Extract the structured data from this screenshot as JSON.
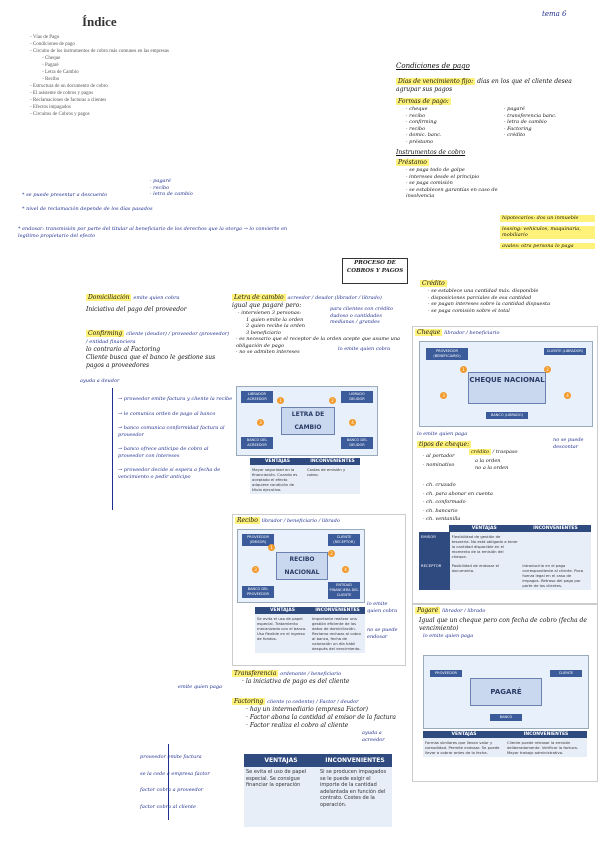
{
  "header": {
    "tag": "tema 6"
  },
  "toc": {
    "title": "Índice",
    "items": [
      {
        "label": "Vías de Pago",
        "level": 0
      },
      {
        "label": "Condiciones de pago",
        "level": 0
      },
      {
        "label": "Circuito de los instrumentos de cobro más comunes en las empresas",
        "level": 0
      },
      {
        "label": "Cheque",
        "level": 1
      },
      {
        "label": "Pagaré",
        "level": 1
      },
      {
        "label": "Letra de Cambio",
        "level": 1
      },
      {
        "label": "Recibo",
        "level": 1
      },
      {
        "label": "Estructura de un documento de cobro",
        "level": 0
      },
      {
        "label": "El asistente de cobros y pagos",
        "level": 0
      },
      {
        "label": "Reclamaciones de facturas a clientes",
        "level": 0
      },
      {
        "label": "Efectos impagados",
        "level": 0
      },
      {
        "label": "Circuitos de Cobros y pagos",
        "level": 0
      }
    ]
  },
  "conditions": {
    "heading": "Condiciones de pago",
    "vencimiento_label": "Días de vencimiento fijo:",
    "vencimiento_text": "días en los que el cliente desea agrupar sus pagos",
    "formas_label": "Formas de pago:",
    "formas_left": [
      "cheque",
      "recibo",
      "confirming",
      "recibo",
      "domic. banc.",
      "préstamo"
    ],
    "formas_right": [
      "pagaré",
      "transferencia banc.",
      "letra de cambio",
      "Factoring",
      "crédito"
    ],
    "instr_heading": "Instrumentos de cobro",
    "prestamo_label": "Préstamo",
    "prestamo_items": [
      "se paga todo de golpe",
      "intereses desde el principio",
      "se paga comisión",
      "se establecen garantías en caso de insolvencia"
    ],
    "hipotecarios": "hipotecarios: dos un inmueble",
    "leasing": "leasing: vehículos, maquinaria, mobiliario",
    "avales": "avales: otra persona lo paga"
  },
  "left_notes": {
    "presentar": "se puede presentar a descuento",
    "presentar_list": [
      "pagaré",
      "recibo",
      "letra de cambio"
    ],
    "reclamacion": "nivel de reclamación depende de los días pasados",
    "endosar_label": "endosar:",
    "endosar_text": "transmisión por parte del titular al beneficiario de los derechos que la otorga → lo convierte en legítimo propietario del efecto"
  },
  "center_title": "PROCESO DE COBROS Y PAGOS",
  "domiciliacion": {
    "label": "Domiciliación",
    "who": "emite quien cobra",
    "text": "Iniciativa del pago del proveedor"
  },
  "confirming": {
    "label": "Confirming",
    "who": "cliente (deudor) / proveedor (proveedor) / entidad financiera",
    "text1": "lo contrario al Factoring",
    "text2": "Cliente busca que el banco le gestione sus pagos a proveedores",
    "ayuda": "ayuda a deudor",
    "steps": [
      "proveedor emite factura y cliente la recibe",
      "le comunica orden de pago al banco",
      "banco comunica conformidad factura al proveedor",
      "banco ofrece anticipo de cobro al proveedor con intereses",
      "proveedor decide si espera a fecha de vencimiento o pedir anticipo"
    ]
  },
  "letra": {
    "label": "Letra de cambio",
    "who": "acreedor / deudor (librador / librado)",
    "side_note": "para clientes con crédito dudoso o cantidades medianas / grandes",
    "intro": "igual que pagaré pero:",
    "personas_label": "intervienen 3 personas:",
    "personas": [
      "quien emite la orden",
      "quien recibe la orden",
      "beneficiario"
    ],
    "emite": "lo emite quien cobra",
    "necesario": "es necesario que el receptor de la orden acepte que asume una obligación de pago",
    "no_intereses": "no se admiten intereses",
    "diagram_center": "LETRA DE CAMBIO",
    "nodes": [
      "LIBRADOR ACREEDOR",
      "LIBRADO DEUDOR",
      "BANCO DEL ACREEDOR",
      "BANCO DEL DEUDOR"
    ],
    "ventajas_head": "VENTAJAS",
    "inconv_head": "INCONVENIENTES",
    "ventajas": "Mayor seguridad en la financiación. Cuando es aceptado el efecto adquiere condición de título ejecutivo.",
    "inconv": "Costes de emisión y cobro."
  },
  "cheque": {
    "label": "Cheque",
    "who": "librador / beneficiario",
    "emite": "lo emite quien paga",
    "no_descontar": "no se puede descontar",
    "diagram_center": "CHEQUE NACIONAL",
    "nodes": [
      "PROVEEDOR (BENEFICIARIO)",
      "CLIENTE (LIBRADOR)",
      "BANCO (LIBRADO)"
    ],
    "tipos_label": "tipos de cheque:",
    "tipos": [
      "al portador",
      "nominativo",
      "ch. cruzado",
      "ch. para abonar en cuenta",
      "ch. conformado",
      "ch. bancario",
      "ch. ventanilla"
    ],
    "traspaso": "traspaso",
    "credito": "crédito",
    "nombre": "a la orden",
    "noorden": "no a la orden",
    "ventajas_head": "VENTAJAS",
    "inconv_head": "INCONVENIENTES",
    "row1_label": "EMISOR",
    "row1_v": "Flexibilidad de gestión de tesorería. No está obligado a tener la cantidad disponible en el momento de la emisión del cheque.",
    "row1_i": "",
    "row2_label": "RECEPTOR",
    "row2_v": "Posibilidad de endosar el documento.",
    "row2_i": "Introducirlo en el pago correspondiente al cliente. Poca fuerza legal en el caso de impagos. Retraso del pago por parte de los clientes."
  },
  "credito": {
    "label": "Crédito",
    "items": [
      "se establece una cantidad máx. disponible",
      "disposiciones parciales de esa cantidad",
      "se pagan intereses sobre la cantidad dispuesta",
      "se paga comisión sobre el total"
    ]
  },
  "recibo": {
    "label": "Recibo",
    "who": "librador / beneficiario / librado",
    "emite": "lo emite quien cobra",
    "no_endosar": "no se puede endosar",
    "diagram_center": "RECIBO NACIONAL",
    "nodes": [
      "PROVEEDOR (EMISOR)",
      "CLIENTE (RECEPTOR)",
      "BANCO DEL PROVEEDOR",
      "ENTIDAD FINANCIERA DEL CLIENTE"
    ],
    "ventajas_head": "VENTAJAS",
    "inconv_head": "INCONVENIENTES",
    "ventajas": "Se evita el uso de papel especial. Tratamiento mecanizado con el banco. Uso flexible en el ingreso de fondos.",
    "inconv": "Importante realizar una gestión eficiente de los datos de domiciliación. Reclamo rechazo al cobro al banco, fecha de valoración un día hábil después del vencimiento."
  },
  "pagare": {
    "label": "Pagaré",
    "who": "librador / librado",
    "text": "Igual que un cheque pero con fecha de cobro (fecha de vencimiento)",
    "emite": "lo emite quien paga",
    "diagram_center": "PAGARÉ",
    "nodes": [
      "PROVEEDOR",
      "CLIENTE",
      "BANCO"
    ],
    "ventajas_head": "VENTAJAS",
    "inconv_head": "INCONVENIENTES",
    "ventajas": "Formas similares que llevan valor y comodidad. Permite endosar. Se puede llevar a cobrar antes de la fecha.",
    "inconv": "Cliente puede retrasar la emisión deliberadamente. Verificar la factura. Mayor trabajo administrativo."
  },
  "transferencia": {
    "label": "Transferencia",
    "who": "ordenante / beneficiario",
    "text": "la iniciativa de pago es del cliente",
    "emite": "emite quien paga"
  },
  "factoring": {
    "label": "Factoring",
    "who": "cliente (o cedente) / Factor / deudor",
    "items": [
      "hay un intermediario (empresa Factor)",
      "Factor abona la cantidad al emisor de la factura",
      "Factor realiza el cobro al cliente"
    ],
    "ayuda": "ayuda a acreedor",
    "steps": [
      "proveedor emite factura",
      "se la cede a empresa factor",
      "factor cobra a proveedor",
      "factor cobra al cliente"
    ],
    "ventajas_head": "VENTAJAS",
    "inconv_head": "INCONVENIENTES",
    "ventajas": "Se evita el uso de papel especial. Se consigue financiar la operación",
    "inconv": "Si se producen impagados se le puede exigir el importe de la cantidad adelantada en función del contrato. Costes de la operación."
  }
}
